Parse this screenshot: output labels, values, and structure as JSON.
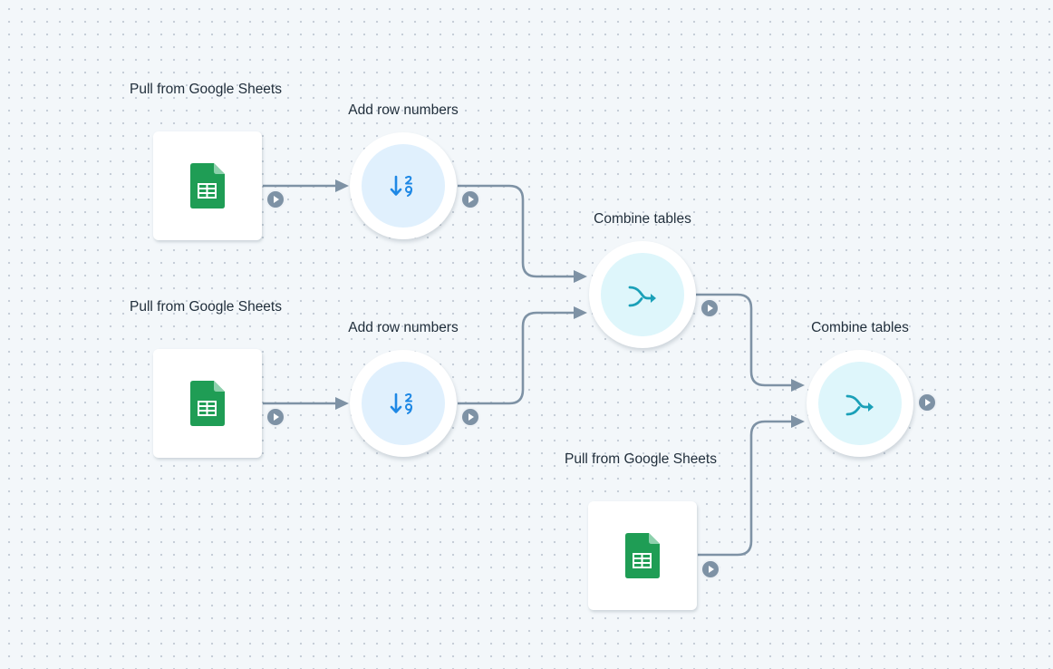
{
  "canvas": {
    "nodes": [
      {
        "id": "sheets-1",
        "type": "google-sheets",
        "icon": "google-sheets-icon",
        "label": "Pull from Google Sheets"
      },
      {
        "id": "rownum-1",
        "type": "add-row-numbers",
        "icon": "row-numbers-icon",
        "label": "Add row numbers"
      },
      {
        "id": "sheets-2",
        "type": "google-sheets",
        "icon": "google-sheets-icon",
        "label": "Pull from Google Sheets"
      },
      {
        "id": "rownum-2",
        "type": "add-row-numbers",
        "icon": "row-numbers-icon",
        "label": "Add row numbers"
      },
      {
        "id": "combine-1",
        "type": "combine-tables",
        "icon": "merge-icon",
        "label": "Combine tables"
      },
      {
        "id": "combine-2",
        "type": "combine-tables",
        "icon": "merge-icon",
        "label": "Combine tables"
      },
      {
        "id": "sheets-3",
        "type": "google-sheets",
        "icon": "google-sheets-icon",
        "label": "Pull from Google Sheets"
      }
    ],
    "edges": [
      {
        "from": "sheets-1",
        "to": "rownum-1"
      },
      {
        "from": "rownum-1",
        "to": "combine-1"
      },
      {
        "from": "sheets-2",
        "to": "rownum-2"
      },
      {
        "from": "rownum-2",
        "to": "combine-1"
      },
      {
        "from": "combine-1",
        "to": "combine-2"
      },
      {
        "from": "sheets-3",
        "to": "combine-2"
      }
    ],
    "run_button_icon": "play-icon"
  },
  "colors": {
    "canvas_background": "#f3f7fa",
    "grid_dot": "#c3ccd6",
    "edge": "#7e92a5",
    "sheets_green": "#1f9d55",
    "row_numbers_blue": "#1e88e5",
    "combine_teal": "#1aa0b8"
  }
}
